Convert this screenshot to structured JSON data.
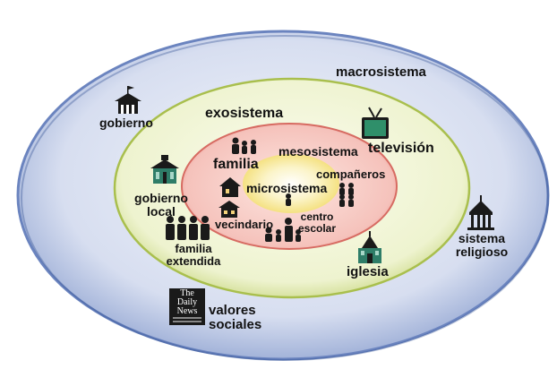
{
  "layers": {
    "macro": "macrosistema",
    "exo": "exosistema",
    "meso": "mesosistema",
    "micro": "microsistema"
  },
  "labels": {
    "gobierno": "gobierno",
    "gobierno_local_1": "gobierno",
    "gobierno_local_2": "local",
    "familia": "familia",
    "vecindario": "vecindario",
    "companeros": "compañeros",
    "centro_1": "centro",
    "centro_2": "escolar",
    "familia_ext_1": "familia",
    "familia_ext_2": "extendida",
    "television": "televisión",
    "sistema_1": "sistema",
    "sistema_2": "religioso",
    "iglesia": "iglesia",
    "valores_1": "valores",
    "valores_2": "sociales",
    "newspaper_1": "The",
    "newspaper_2": "Daily",
    "newspaper_3": "News"
  },
  "colors": {
    "macro": "#c9d3ea",
    "macro_edge": "#5e79b8",
    "exo": "#dfe8b4",
    "meso": "#f3b9b3",
    "micro": "#f7e79a",
    "tv": "#2f8f6a"
  },
  "icons": [
    "government-building-icon",
    "local-government-icon",
    "family-icon",
    "house-icon",
    "neighborhood-icon",
    "classmates-icon",
    "school-icon",
    "extended-family-icon",
    "television-icon",
    "temple-icon",
    "church-icon",
    "newspaper-icon"
  ]
}
